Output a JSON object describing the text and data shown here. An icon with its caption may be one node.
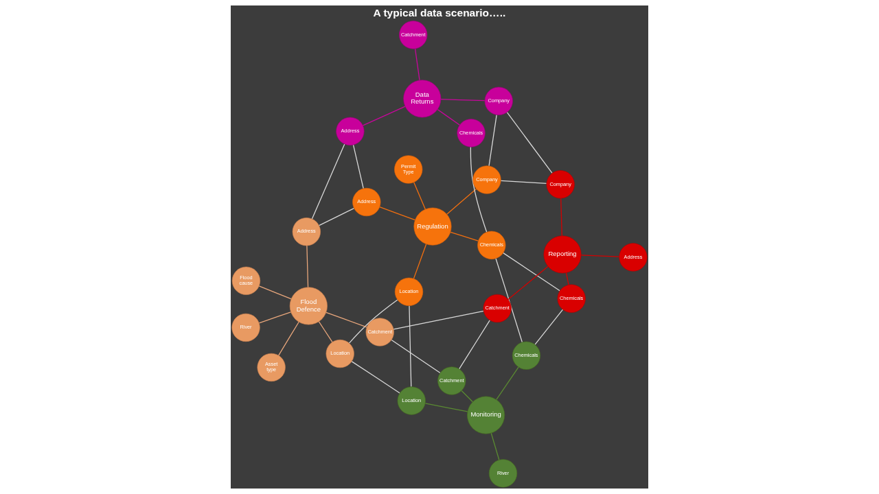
{
  "diagram": {
    "title": "A typical data scenario…..",
    "nodes": [
      {
        "text": [
          "Permit Type"
        ]
      },
      {
        "text": [
          "Regulation"
        ]
      },
      {
        "text": [
          "Address"
        ]
      },
      {
        "text": [
          "Location"
        ]
      },
      {
        "text": [
          "Chemicals"
        ]
      },
      {
        "text": [
          "Company"
        ]
      },
      {
        "text": [
          "Chemicals"
        ]
      },
      {
        "text": [
          "Monitoring"
        ]
      },
      {
        "text": [
          "Catchment"
        ]
      },
      {
        "text": [
          "River"
        ]
      },
      {
        "text": [
          "Location"
        ]
      },
      {
        "text": [
          "Chemicals"
        ]
      },
      {
        "text": [
          "Company"
        ]
      },
      {
        "text": [
          "Data Returns"
        ]
      },
      {
        "text": [
          "Address"
        ]
      },
      {
        "text": [
          "Catchment"
        ]
      },
      {
        "text": [
          "Asset type"
        ]
      },
      {
        "text": [
          "Location"
        ]
      },
      {
        "text": [
          "Address"
        ]
      },
      {
        "text": [
          "Flood Defence"
        ]
      },
      {
        "text": [
          "River"
        ]
      },
      {
        "text": [
          "Flood cause"
        ]
      },
      {
        "text": [
          "Catchment"
        ]
      },
      {
        "text": [
          "Company"
        ]
      },
      {
        "text": [
          "Address"
        ]
      },
      {
        "text": [
          "Chemicals"
        ]
      },
      {
        "text": [
          "Catchment"
        ]
      },
      {
        "text": [
          "Reporting"
        ]
      }
    ],
    "edges": [
      {
        "from": 1,
        "to": 0,
        "arrow": "none",
        "color": "#f36f0f"
      },
      {
        "from": 1,
        "to": 2,
        "arrow": "none",
        "color": "#f36f0f"
      },
      {
        "from": 1,
        "to": 3,
        "arrow": "none",
        "color": "#f36f0f"
      },
      {
        "from": 1,
        "to": 4,
        "arrow": "none",
        "color": "#f36f0f"
      },
      {
        "from": 1,
        "to": 5,
        "arrow": "none",
        "color": "#f36f0f"
      },
      {
        "from": 7,
        "to": 6,
        "arrow": "none",
        "color": "#5a8a32"
      },
      {
        "from": 7,
        "to": 8,
        "arrow": "none",
        "color": "#5a8a32"
      },
      {
        "from": 7,
        "to": 9,
        "arrow": "none",
        "color": "#5a8a32"
      },
      {
        "from": 7,
        "to": 10,
        "arrow": "none",
        "color": "#5a8a32"
      },
      {
        "from": 13,
        "to": 11,
        "arrow": "none",
        "color": "#c8069c"
      },
      {
        "from": 13,
        "to": 12,
        "arrow": "none",
        "color": "#c8069c"
      },
      {
        "from": 13,
        "to": 14,
        "arrow": "none",
        "color": "#c8069c"
      },
      {
        "from": 13,
        "to": 15,
        "arrow": "none",
        "color": "#c8069c"
      },
      {
        "from": 19,
        "to": 16,
        "arrow": "none",
        "color": "#e9a77c"
      },
      {
        "from": 19,
        "to": 17,
        "arrow": "none",
        "color": "#e9a77c"
      },
      {
        "from": 19,
        "to": 18,
        "arrow": "none",
        "color": "#e9a77c"
      },
      {
        "from": 19,
        "to": 20,
        "arrow": "none",
        "color": "#e9a77c"
      },
      {
        "from": 19,
        "to": 21,
        "arrow": "none",
        "color": "#e9a77c"
      },
      {
        "from": 19,
        "to": 22,
        "arrow": "none",
        "color": "#e9a77c"
      },
      {
        "from": 27,
        "to": 23,
        "arrow": "none",
        "color": "#d40000"
      },
      {
        "from": 27,
        "to": 24,
        "arrow": "none",
        "color": "#d40000"
      },
      {
        "from": 27,
        "to": 25,
        "arrow": "none",
        "color": "#d40000"
      },
      {
        "from": 27,
        "to": 26,
        "arrow": "none",
        "color": "#d40000"
      },
      {
        "from": 4,
        "to": 6,
        "arrow": "none"
      },
      {
        "from": 4,
        "to": 11,
        "arrow": "none"
      },
      {
        "from": 4,
        "to": 25,
        "arrow": "none"
      },
      {
        "from": 6,
        "to": 25,
        "arrow": "none"
      },
      {
        "from": 2,
        "to": 14,
        "arrow": "none"
      },
      {
        "from": 2,
        "to": 18,
        "arrow": "none"
      },
      {
        "from": 14,
        "to": 18,
        "arrow": "none"
      },
      {
        "from": 5,
        "to": 12,
        "arrow": "none"
      },
      {
        "from": 5,
        "to": 23,
        "arrow": "none"
      },
      {
        "from": 12,
        "to": 23,
        "arrow": "none"
      },
      {
        "from": 3,
        "to": 10,
        "arrow": "none"
      },
      {
        "from": 3,
        "to": 17,
        "arrow": "none"
      },
      {
        "from": 10,
        "to": 17,
        "arrow": "none"
      },
      {
        "from": 8,
        "to": 22,
        "arrow": "none"
      },
      {
        "from": 8,
        "to": 26,
        "arrow": "none"
      },
      {
        "from": 22,
        "to": 26,
        "arrow": "none"
      }
    ]
  }
}
